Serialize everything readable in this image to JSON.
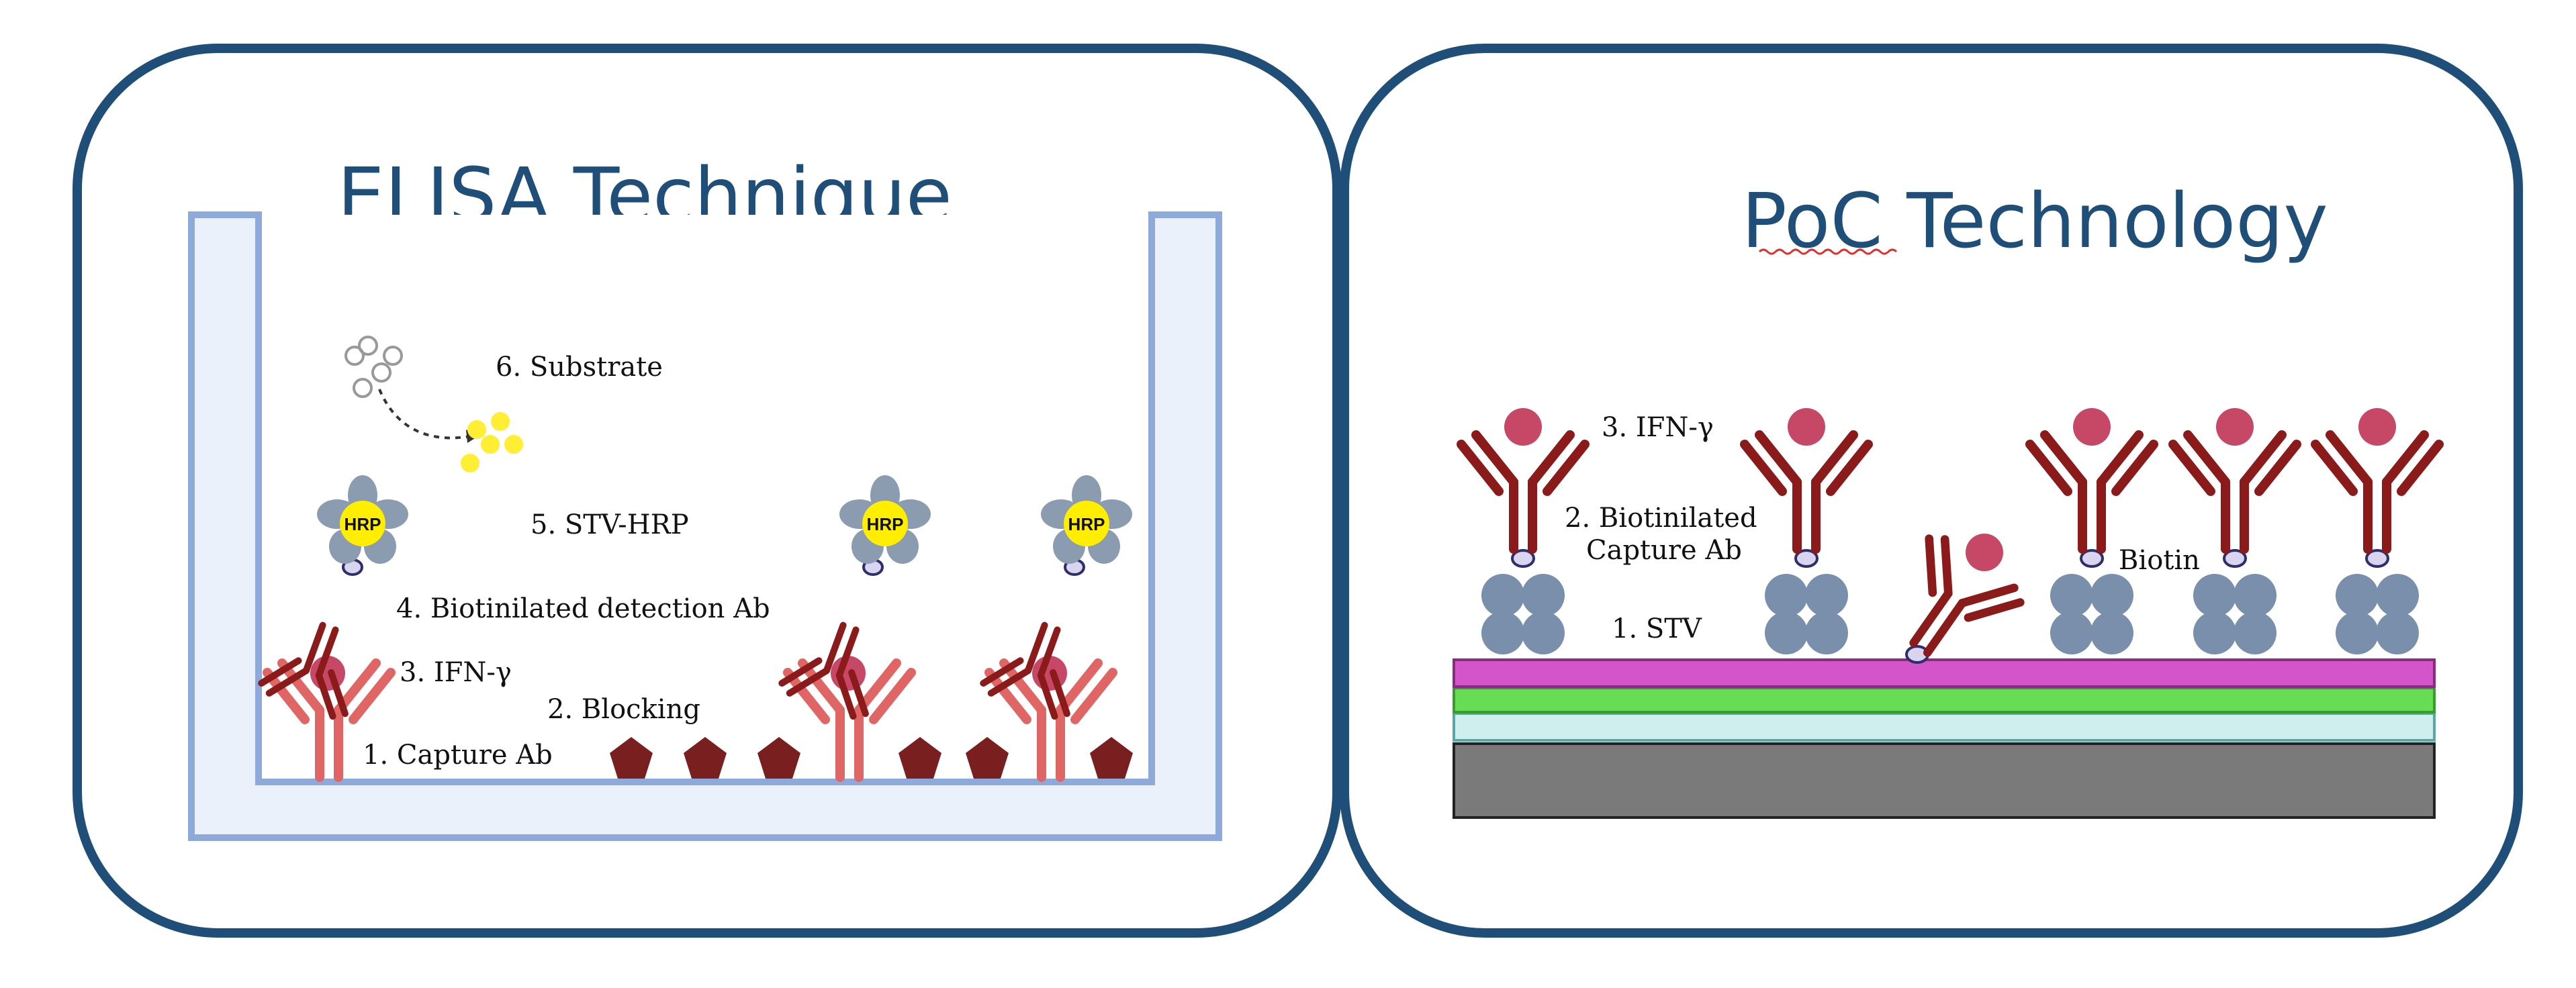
{
  "colors": {
    "frame": "#1f4e79",
    "well_fill": "#eaf1fb",
    "well_border": "#8eaadb",
    "capture_ab": "#e06666",
    "detection_ab": "#8b1a1a",
    "ifn": "#c64766",
    "blocking": "#7a1f1f",
    "stv": "#7a8fab",
    "hrp": "#ffee00",
    "layer_magenta": "#d455c9",
    "layer_green": "#66dd55",
    "layer_cyan": "#cfeeee",
    "layer_gray": "#7a7a7a"
  },
  "elisa": {
    "title": "ELISA Technique",
    "labels": {
      "substrate": "6. Substrate",
      "stv_hrp": "5. STV-HRP",
      "detection_ab": "4. Biotinilated detection Ab",
      "ifn": "3. IFN-γ",
      "blocking": "2. Blocking",
      "capture_ab": "1. Capture Ab"
    },
    "hrp_badge": "HRP"
  },
  "poc": {
    "title": "PoC Technology",
    "labels": {
      "ifn": "3. IFN-γ",
      "capture_ab_line1": "2. Biotinilated",
      "capture_ab_line2": "Capture Ab",
      "stv": "1. STV",
      "biotin": "Biotin"
    }
  }
}
